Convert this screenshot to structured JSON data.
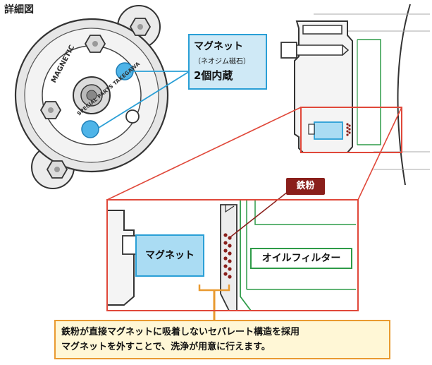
{
  "title": "詳細図",
  "magnet_callout": {
    "line1": "マグネット",
    "line2": "（ネオジム磁石）",
    "line3": "2個内蔵"
  },
  "cover_text": {
    "magnetic": "MAGNETIC",
    "special_parts": "SPECIAL PARTS TAKEGAWA"
  },
  "iron_powder_label": "鉄粉",
  "magnet_label": "マグネット",
  "oil_filter_label": "オイルフィルター",
  "note": {
    "line1": "鉄粉が直接マグネットに吸着しないセパレート構造を採用",
    "line2": "マグネットを外すことで、洗浄が用意に行えます。"
  },
  "colors": {
    "magnet_blue": "#2a9fd6",
    "magnet_fill": "#aadcf3",
    "detail_red": "#e0483a",
    "filter_green": "#2e9b48",
    "iron_dots": "#8a1f1b",
    "note_orange": "#e99a30",
    "note_fill": "#fff7d6"
  }
}
